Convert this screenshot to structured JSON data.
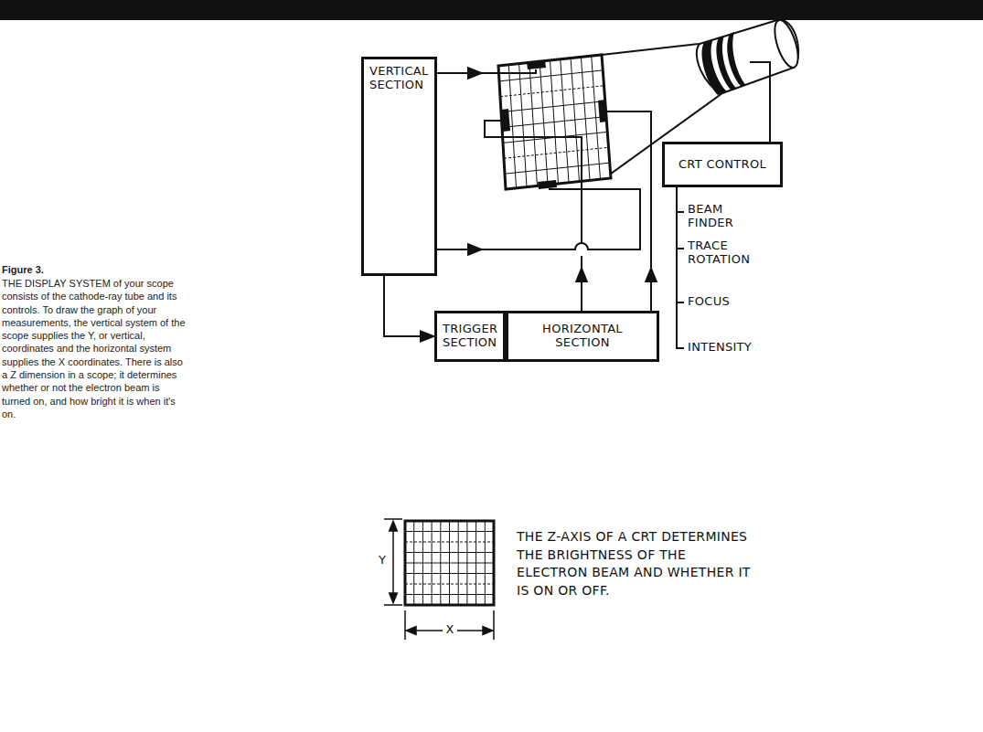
{
  "diagram": {
    "title": "Figure 3.",
    "caption": "THE DISPLAY SYSTEM of your scope consists of the cathode-ray tube and its controls. To draw the graph of your measurements, the vertical system of the scope supplies the Y, or vertical, coordinates and the horizontal system supplies the X coordinates. There is also a Z dimension in a scope; it determines whether or not the electron beam is turned on, and how bright it is when it's on.",
    "nodes": [
      {
        "text": [
          "VERTICAL SECTION"
        ]
      },
      {
        "text": [
          "TRIGGER SECTION"
        ]
      },
      {
        "text": [
          "HORIZONTAL SECTION"
        ]
      },
      {
        "text": [
          "CRT CONTROL"
        ]
      }
    ],
    "edges": [
      {
        "from": 0,
        "to": 1,
        "arrow": "to"
      },
      {
        "from": 1,
        "to": 2,
        "arrow": "to"
      }
    ],
    "labels": [
      "BEAM FINDER",
      "TRACE ROTATION",
      "FOCUS",
      "INTENSITY",
      "Y",
      "X",
      "THE Z-AXIS OF A CRT DETERMINES THE BRIGHTNESS OF THE ELECTRON BEAM AND WHETHER IT IS ON OR OFF."
    ]
  }
}
